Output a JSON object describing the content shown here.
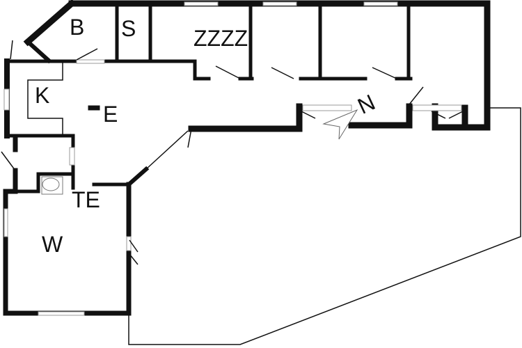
{
  "title": "Floor plan",
  "rooms": {
    "bathroom": "B",
    "storage": "S",
    "bedrooms": "ZZZZ",
    "kitchen": "K",
    "living": "E",
    "toilet": "TE",
    "utility": "W"
  },
  "compass": "N",
  "colors": {
    "wall": "#111111",
    "background": "#ffffff"
  }
}
